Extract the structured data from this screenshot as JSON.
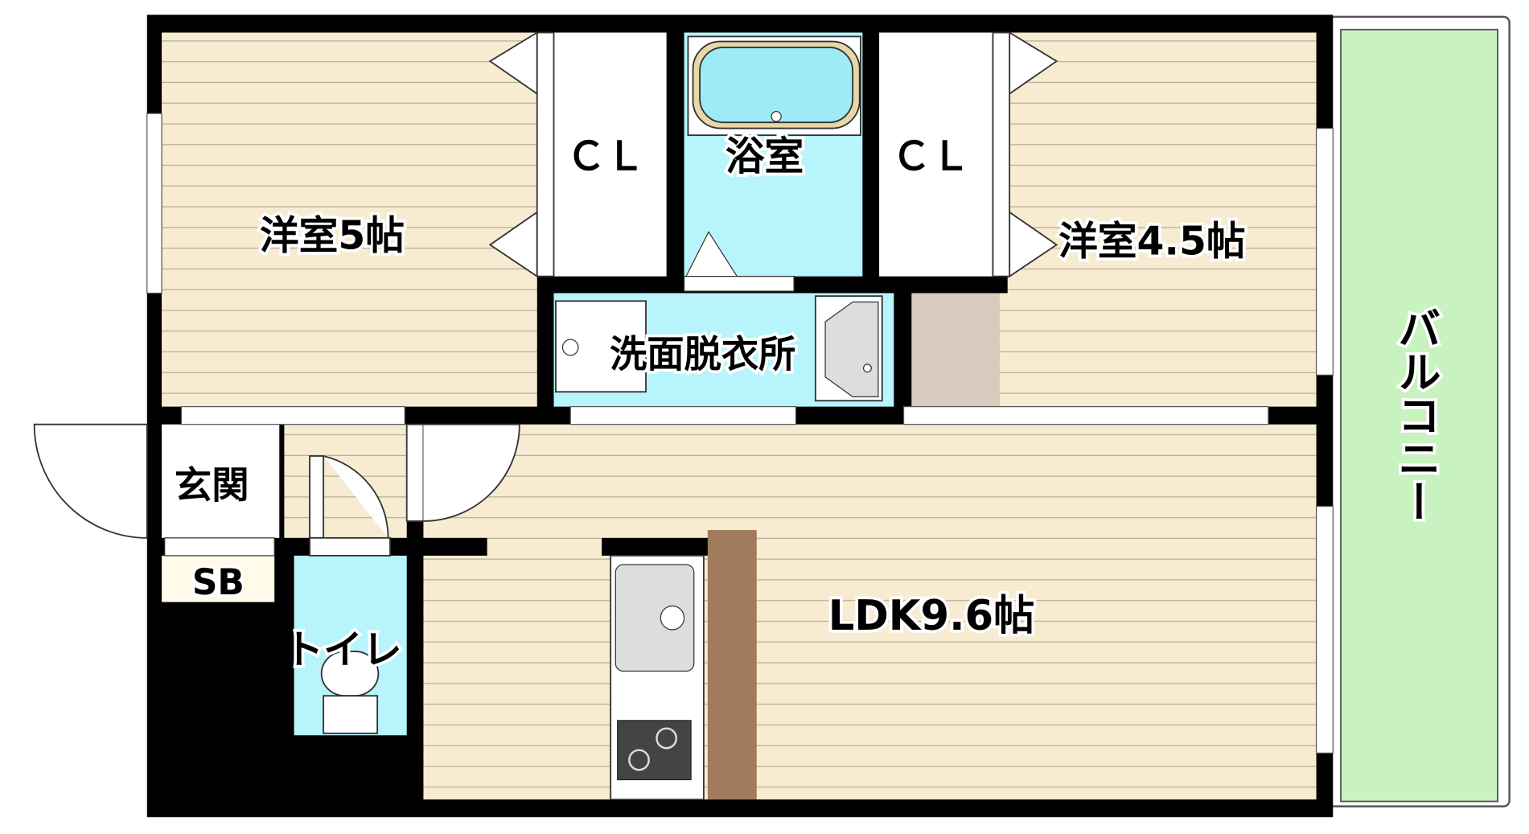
{
  "rooms": {
    "western_room_1": "洋室5帖",
    "western_room_2": "洋室4.5帖",
    "closet_1": "ＣＬ",
    "closet_2": "ＣＬ",
    "bathroom": "浴室",
    "washroom": "洗面脱衣所",
    "entrance": "玄関",
    "shoe_box": "SB",
    "toilet": "トイレ",
    "ldk": "LDK9.6帖",
    "balcony": "バルコニー"
  },
  "colors": {
    "wall": "#000000",
    "floor": "#f7ebd2",
    "floor_line": "#b9ad98",
    "wet_area": "#b8f4fb",
    "balcony": "#c8f2c0",
    "counter": "#a07c5c",
    "storage": "#d8cbbd"
  }
}
